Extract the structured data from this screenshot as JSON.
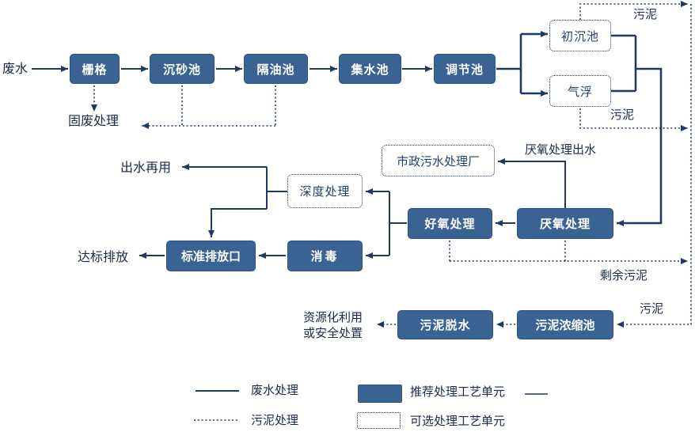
{
  "colors": {
    "line": "#1F3864",
    "solid_box_fill": "#3A6292",
    "solid_box_text": "#FFFFFF",
    "label_text": "#1B2A4A"
  },
  "flow": {
    "source": "废水",
    "nodes": {
      "grid": "栅格",
      "grit_chamber": "沉砂池",
      "oil_separator": "隔油池",
      "collecting_tank": "集水池",
      "equalization_tank": "调节池",
      "anaerobic": "厌氧处理",
      "aerobic": "好氧处理",
      "disinfection": "消毒",
      "standard_outlet": "标准排放口",
      "sludge_dewatering": "污泥脱水",
      "sludge_thickener": "污泥浓缩池"
    },
    "optional_nodes": {
      "primary_sedimentation": "初沉池",
      "air_flotation": "气浮",
      "municipal_plant": "市政污水处理厂",
      "advanced_treatment": "深度处理"
    },
    "labels": {
      "solid_waste": "固废处理",
      "sludge_primary": "污泥",
      "sludge_flotation": "污泥",
      "anaerobic_effluent": "厌氧处理出水",
      "effluent_reuse": "出水再用",
      "compliant_discharge": "达标排放",
      "excess_sludge": "剩余污泥",
      "sludge_bottom": "污泥",
      "resource_use_line1": "资源化利用",
      "resource_use_line2": "或安全处置"
    }
  },
  "legend": {
    "wastewater_line": "废水处理",
    "sludge_line": "污泥处理",
    "recommended_unit": "推荐处理工艺单元",
    "optional_unit": "可选处理工艺单元"
  }
}
